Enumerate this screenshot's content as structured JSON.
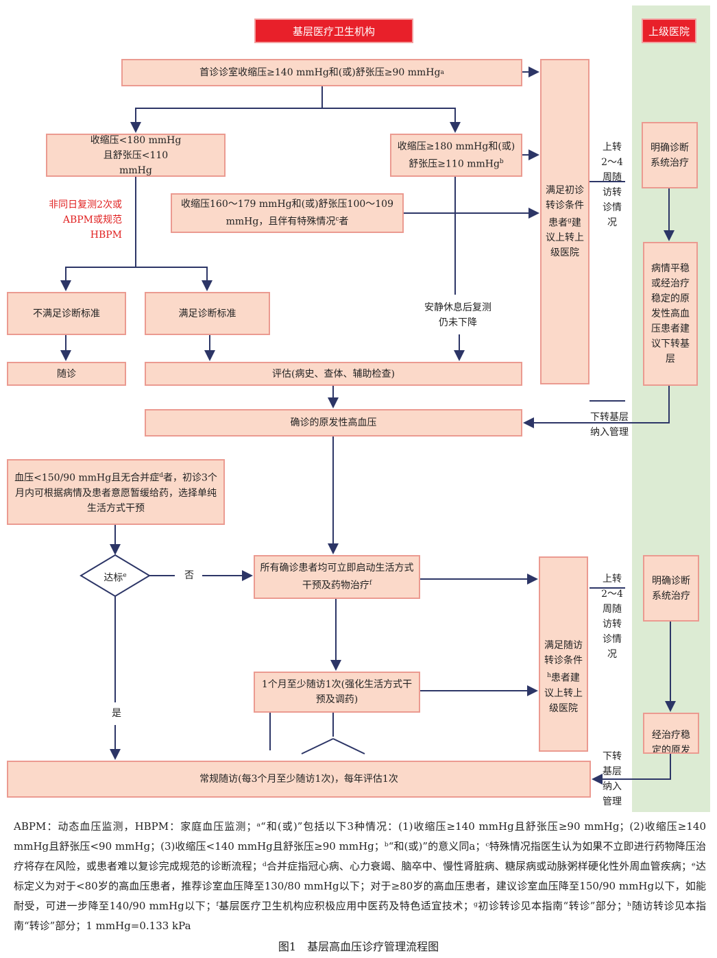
{
  "colors": {
    "header": "#e8202a",
    "box_fill": "#fbd9c9",
    "box_border": "#eb9a90",
    "upper_hospital_bg": "#dcebd3",
    "line": "#2c3566"
  },
  "headers": {
    "primary": "基层医疗卫生机构",
    "upper": "上级医院"
  },
  "nodes": {
    "first_visit": "首诊诊室收缩压≥140 mmHg和(或)舒张压≥90 mmHg",
    "first_visit_sup": "a",
    "lt180": "收缩压<180 mmHg且舒张压<110 mmHg",
    "ge180": "收缩压≥180 mmHg和(或)舒张压≥110 mmHg",
    "ge180_sup": "b",
    "special": "收缩压160～179 mmHg和(或)舒张压100～109 mmHg，且伴有特殊情况",
    "special_sup": "c",
    "special_tail": "者",
    "recheck": "非同日复测2次或ABPM或规范HBPM",
    "not_meet": "不满足诊断标准",
    "meet": "满足诊断标准",
    "follow": "随诊",
    "evaluate": "评估(病史、查体、辅助检查)",
    "rest_recheck": "安静休息后复测仍未下降",
    "confirmed": "确诊的原发性高血压",
    "referral1": "满足初诊转诊条件患者",
    "referral1_sup": "g",
    "referral1_tail": "建议上转上级医院",
    "up_transfer1": "上转2～4周随访转诊情况",
    "diag1": "明确诊断系统治疗",
    "stable1": "病情平稳或经治疗稳定的原发性高血压患者建议下转基层",
    "down_transfer1": "下转基层纳入管理",
    "lifestyle_only": "血压<150/90 mmHg且无合并症",
    "lifestyle_only_sup": "d",
    "lifestyle_only_tail": "者，初诊3个月内可根据病情及患者意愿暂缓给药，选择单纯生活方式干预",
    "target": "达标",
    "target_sup": "e",
    "no": "否",
    "yes": "是",
    "start_treatment": "所有确诊患者均可立即启动生活方式干预及药物治疗",
    "start_treatment_sup": "f",
    "monthly": "1个月至少随访1次(强化生活方式干预及调药)",
    "referral2": "满足随访转诊条件",
    "referral2_sup": "h",
    "referral2_tail": "患者建议上转上级医院",
    "up_transfer2": "上转2～4周随访转诊情况",
    "diag2": "明确诊断系统治疗",
    "stable2": "经治疗稳定的原发",
    "down_transfer2": "下转基层纳入管理",
    "routine": "常规随访(每3个月至少随访1次)，每年评估1次"
  },
  "footnote": "ABPM：动态血压监测，HBPM：家庭血压监测；ᵃ“和(或)”包括以下3种情况：(1)收缩压≥140 mmHg且舒张压≥90 mmHg；(2)收缩压≥140 mmHg且舒张压<90 mmHg；(3)收缩压<140 mmHg且舒张压≥90 mmHg；ᵇ“和(或)”的意义同a；ᶜ特殊情况指医生认为如果不立即进行药物降压治疗将存在风险，或患者难以复诊完成规范的诊断流程；ᵈ合并症指冠心病、心力衰竭、脑卒中、慢性肾脏病、糖尿病或动脉粥样硬化性外周血管疾病；ᵉ达标定义为对于<80岁的高血压患者，推荐诊室血压降至130/80 mmHg以下；对于≥80岁的高血压患者，建议诊室血压降至150/90 mmHg以下，如能耐受，可进一步降至140/90 mmHg以下；ᶠ基层医疗卫生机构应积极应用中医药及特色适宜技术；ᵍ初诊转诊见本指南“转诊”部分；ʰ随访转诊见本指南“转诊”部分；1 mmHg=0.133 kPa",
  "caption": "图1　基层高血压诊疗管理流程图"
}
